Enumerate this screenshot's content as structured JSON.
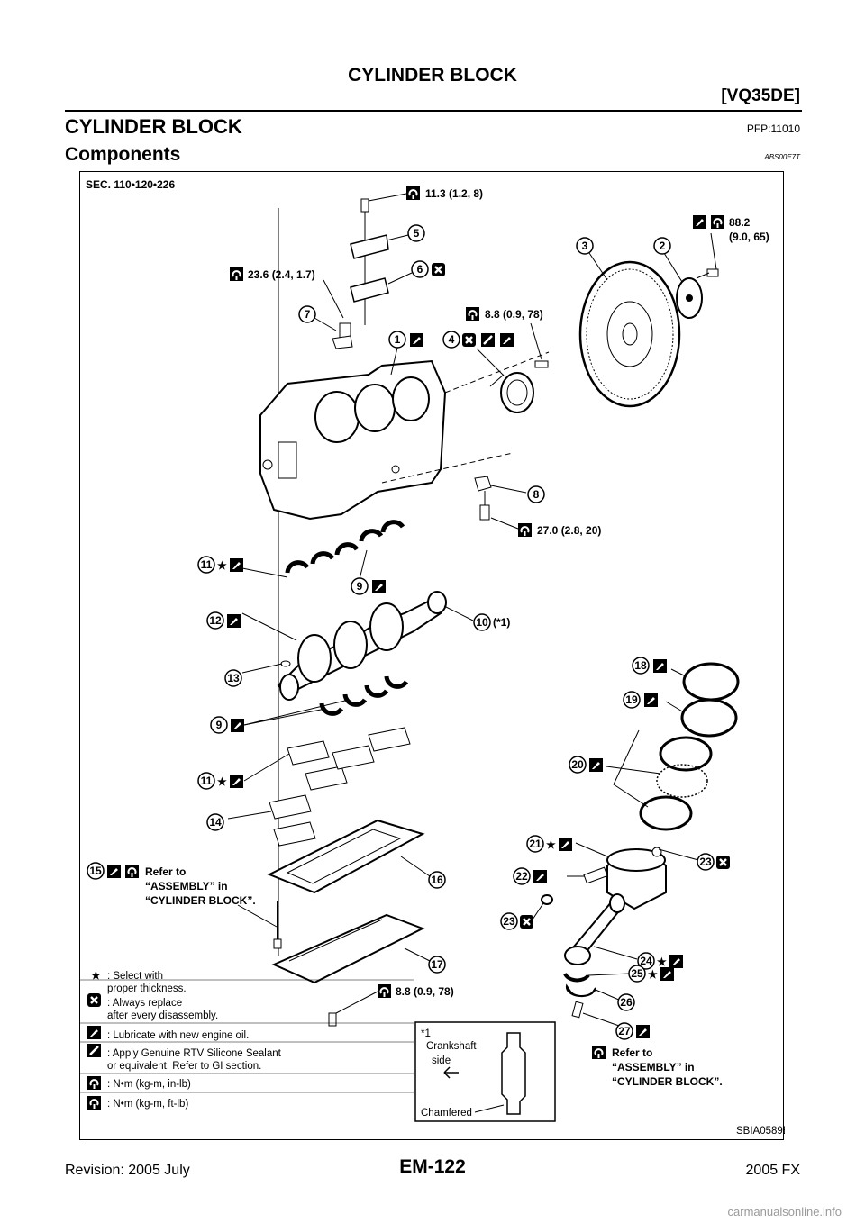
{
  "header": {
    "title": "CYLINDER BLOCK",
    "engine": "[VQ35DE]"
  },
  "section": {
    "title": "CYLINDER BLOCK",
    "pfp": "PFP:11010"
  },
  "subsection": {
    "title": "Components",
    "code": "ABS00E7T"
  },
  "figure": {
    "sec": "SEC. 110•120•226",
    "ref_code": "SBIA0589E",
    "torques": {
      "t1": "11.3 (1.2, 8)",
      "t2a": "88.2",
      "t2b": "(9.0, 65)",
      "t3": "23.6 (2.4, 1.7)",
      "t4": "8.8 (0.9, 78)",
      "t5": "27.0 (2.8, 20)",
      "t6": "8.8 (0.9, 78)"
    },
    "star_note": "(*1)",
    "refer_left": [
      "Refer to",
      "“ASSEMBLY” in",
      "“CYLINDER BLOCK”."
    ],
    "refer_right": [
      "Refer to",
      "“ASSEMBLY” in",
      "“CYLINDER BLOCK”."
    ],
    "legend": [
      {
        "icon": "star-icon",
        "lines": [
          ":  Select with",
          "    proper thickness."
        ]
      },
      {
        "icon": "replace-icon",
        "lines": [
          ":  Always replace",
          "    after every disassembly."
        ]
      },
      {
        "icon": "oil-icon",
        "lines": [
          ":  Lubricate with new engine oil."
        ]
      },
      {
        "icon": "sealant-icon",
        "lines": [
          ":  Apply Genuine RTV Silicone Sealant",
          "    or equivalent. Refer to GI section."
        ]
      },
      {
        "icon": "torque-inlb-icon",
        "lines": [
          ":  N•m (kg-m, in-lb)"
        ]
      },
      {
        "icon": "torque-ftlb-icon",
        "lines": [
          ":  N•m (kg-m, ft-lb)"
        ]
      }
    ],
    "inset": {
      "mark": "*1",
      "label1": "Crankshaft",
      "label2": "side",
      "chamfered": "Chamfered"
    },
    "callouts": [
      "1",
      "2",
      "3",
      "4",
      "5",
      "6",
      "7",
      "8",
      "9",
      "10",
      "11",
      "12",
      "13",
      "14",
      "15",
      "16",
      "17",
      "18",
      "19",
      "20",
      "21",
      "22",
      "23",
      "24",
      "25",
      "26",
      "27"
    ]
  },
  "footer": {
    "revision": "Revision: 2005 July",
    "page": "EM-122",
    "model": "2005 FX"
  },
  "watermark": "carmanualsonline.info",
  "colors": {
    "ink": "#000000",
    "watermark": "#9a9a9a"
  }
}
